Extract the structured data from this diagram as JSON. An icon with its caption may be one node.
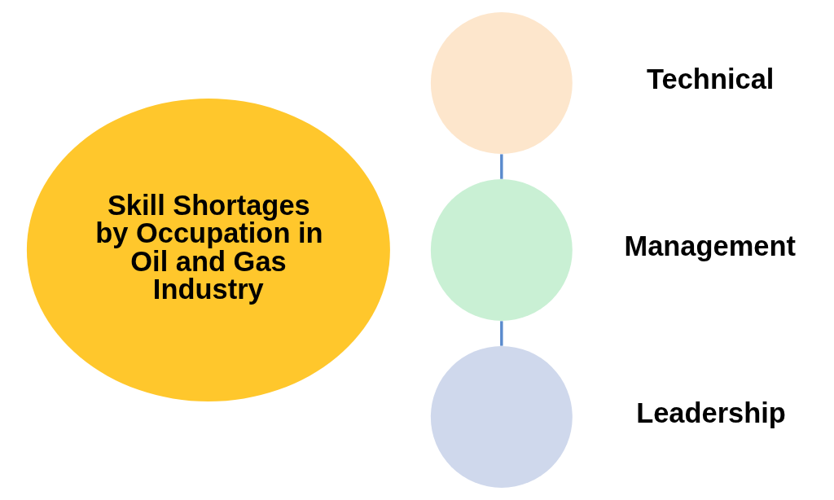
{
  "diagram": {
    "nodes": [
      {
        "text": [
          "Skill Shortages by Occupation in Oil and Gas Industry"
        ]
      },
      {
        "text": [],
        "shape": "circle",
        "beside": [
          "Technical"
        ]
      },
      {
        "text": [],
        "shape": "circle",
        "beside": [
          "Management"
        ]
      },
      {
        "text": [],
        "shape": "circle",
        "beside": [
          "Leadership"
        ]
      }
    ],
    "edges": [
      {
        "from": 1,
        "to": 2,
        "arrow": "none"
      },
      {
        "from": 2,
        "to": 3,
        "arrow": "none"
      }
    ]
  }
}
